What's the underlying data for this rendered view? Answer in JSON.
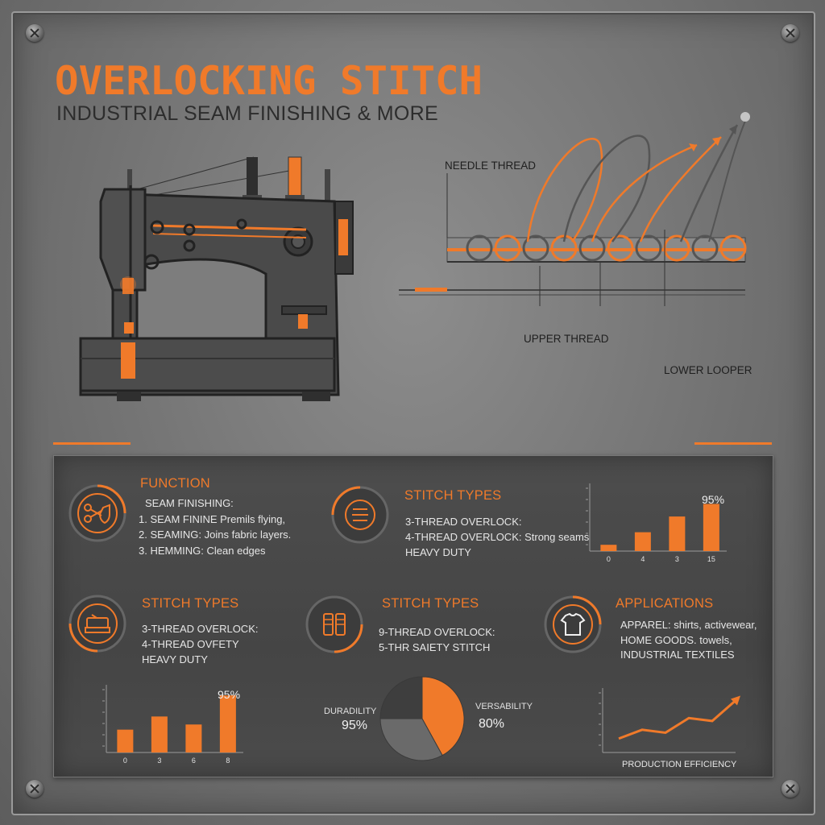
{
  "header": {
    "title": "OVERLOCKING STITCH",
    "subtitle": "INDUSTRIAL SEAM FINISHING & MORE"
  },
  "diagram": {
    "labels": {
      "needle_thread": "NEEDLE THREAD",
      "upper_thread": "UPPER THREAD",
      "lower_looper": "LOWER LOOPER"
    }
  },
  "panel": {
    "function": {
      "title": "FUNCTION",
      "lines": [
        "SEAM FINISHING:",
        "1. SEAM FININE Premils flying,",
        "2. SEAMING: Joins fabric layers.",
        "3. HEMMING: Clean edges"
      ]
    },
    "stitch_types_a": {
      "title": "STITCH TYPES",
      "lines": [
        "3-THREAD OVERLOCK:",
        "4-THREAD OVERLOCK: Strong seams",
        "HEAVY DUTY"
      ]
    },
    "stitch_types_b": {
      "title": "STITCH TYPES",
      "lines": [
        "3-THREAD OVERLOCK:",
        "4-THREAD OVFETY",
        "HEAVY DUTY"
      ]
    },
    "stitch_types_c": {
      "title": "STITCH TYPES",
      "lines": [
        "9-THREAD OVERLOCK:",
        "5-THR SAIETY STITCH"
      ]
    },
    "applications": {
      "title": "APPLICATIONS",
      "lines": [
        "APPAREL: shirts, activewear,",
        "HOME GOODS. towels,",
        "INDUSTRIAL TEXTILES"
      ]
    },
    "line_chart_label": "PRODUCTION EFFICIENCY"
  },
  "chart_data": [
    {
      "type": "bar",
      "categories": [
        "0",
        "4",
        "3",
        "15"
      ],
      "values": [
        1,
        3,
        5.5,
        7.5
      ],
      "annotation": "95%",
      "ylim": [
        0,
        10
      ]
    },
    {
      "type": "bar",
      "categories": [
        "0",
        "3",
        "6",
        "8"
      ],
      "values": [
        4,
        6.3,
        4.9,
        10
      ],
      "annotation": "95%",
      "ylim": [
        0,
        11
      ]
    },
    {
      "type": "pie",
      "labels": [
        "DURADILITY",
        "VERSABILITY"
      ],
      "annotations": [
        "95%",
        "80%"
      ],
      "values": [
        42,
        33,
        25
      ],
      "colors": [
        "#f07a2a",
        "#6a6a6a",
        "#3e3e3e"
      ]
    },
    {
      "type": "line",
      "xlabel": "PRODUCTION EFFICIENCY",
      "values": [
        2,
        5,
        4,
        9,
        8,
        15
      ]
    }
  ],
  "colors": {
    "accent": "#f07a2a",
    "panel": "#4a4a4a",
    "metal": "#7d7d7d"
  }
}
